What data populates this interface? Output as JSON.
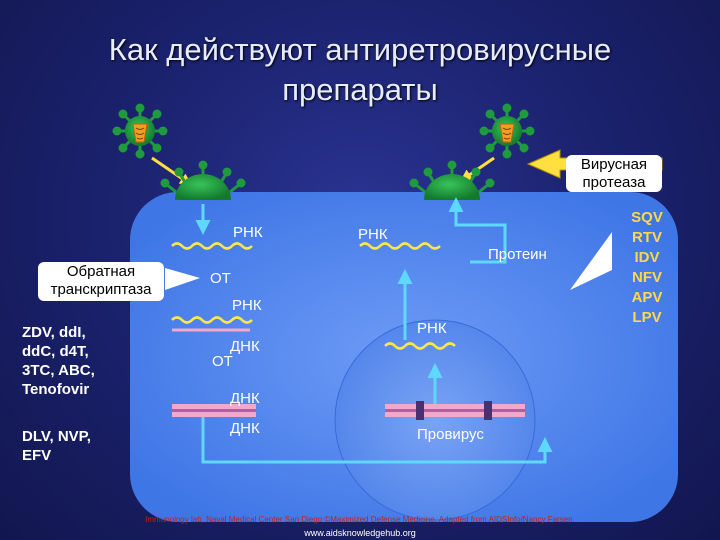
{
  "title": {
    "line1": "Как действуют антиретровирусные",
    "line2": "препараты"
  },
  "labels": {
    "rna_top_left": "РНК",
    "rna_top_right": "РНК",
    "protein": "Протеин",
    "rt_1": "ОТ",
    "rna_mid_left": "РНК",
    "rna_mid_right": "РНК",
    "dna_1": "ДНК",
    "rt_2": "ОТ",
    "dna_2": "ДНК",
    "dna_3": "ДНК",
    "provirus": "Провирус"
  },
  "callouts": {
    "reverse_transcriptase": "Обратная транскриптаза",
    "viral_protease": "Вирусная протеаза"
  },
  "drugs_nrti": [
    "ZDV, ddI,",
    "ddC, d4T,",
    "3TC, ABC,",
    "Tenofovir"
  ],
  "drugs_nnrti": [
    "DLV, NVP,",
    "EFV"
  ],
  "drugs_pi": [
    "SQV",
    "RTV",
    "IDV",
    "NFV",
    "APV",
    "LPV"
  ],
  "footer": {
    "credit": "Immunology lab, Naval Medical Center San Diego ©Maximized Defense Medicine. Adapted from AIDSInfo/Nancy Farsen.",
    "url": "www.aidsknowledgehub.org"
  },
  "colors": {
    "background": "#1c2370",
    "cell": "#4a83ee",
    "nucleus": "#5f8ff2",
    "virus": "#1f9a3c",
    "arrow": "#5fd8ff",
    "callout_arrow": "#ffe040",
    "rna_wave": "#ffe64a",
    "dna_strand": "#f0a8cc",
    "drug_highlight": "#ffd84a"
  },
  "icons": [
    "virus-icon",
    "virus-budding-icon",
    "rna-wave-icon",
    "dna-strand-icon",
    "arrow-icon"
  ]
}
